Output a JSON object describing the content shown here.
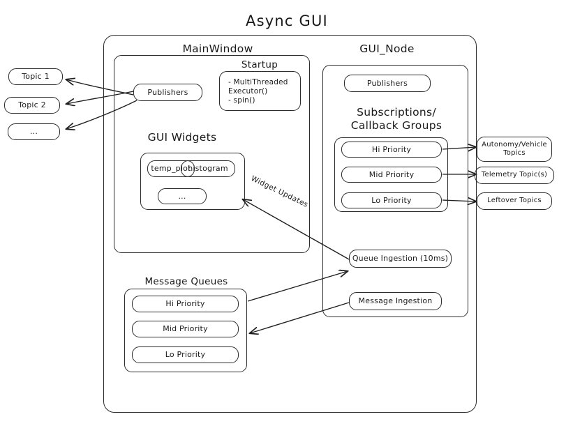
{
  "title": "Async  GUI",
  "containers": {
    "app": {
      "label": ""
    },
    "main_window": {
      "label": "MainWindow"
    },
    "gui_node": {
      "label": "GUI_Node"
    },
    "startup": {
      "label": "Startup"
    },
    "gui_widgets": {
      "label": "GUI Widgets"
    },
    "subscriptions": {
      "label": "Subscriptions/\nCallback Groups"
    },
    "message_queues": {
      "label": "Message Queues"
    }
  },
  "external_topics": [
    {
      "label": "Topic 1"
    },
    {
      "label": "Topic 2"
    },
    {
      "label": "..."
    }
  ],
  "right_topics": [
    {
      "label": "Autonomy/Vehicle\nTopics"
    },
    {
      "label": "Telemetry Topic(s)"
    },
    {
      "label": "Leftover Topics"
    }
  ],
  "main_window": {
    "publishers": {
      "label": "Publishers"
    },
    "startup_items": "- MultiThreaded\n   Executor()\n- spin()",
    "widgets": [
      {
        "label": "temp_plot"
      },
      {
        "label": "histogram"
      },
      {
        "label": "..."
      }
    ]
  },
  "gui_node": {
    "publishers": {
      "label": "Publishers"
    },
    "callback_groups": [
      {
        "label": "Hi Priority"
      },
      {
        "label": "Mid Priority"
      },
      {
        "label": "Lo Priority"
      }
    ],
    "queue_ingestion": {
      "label": "Queue Ingestion (10ms)"
    },
    "message_ingestion": {
      "label": "Message Ingestion"
    }
  },
  "message_queues": [
    {
      "label": "Hi Priority"
    },
    {
      "label": "Mid Priority"
    },
    {
      "label": "Lo Priority"
    }
  ],
  "edge_labels": [
    {
      "label": "Widget Updates"
    }
  ],
  "colors": {
    "stroke": "#2b2b2b",
    "background": "#ffffff",
    "text": "#1a1a1a"
  }
}
